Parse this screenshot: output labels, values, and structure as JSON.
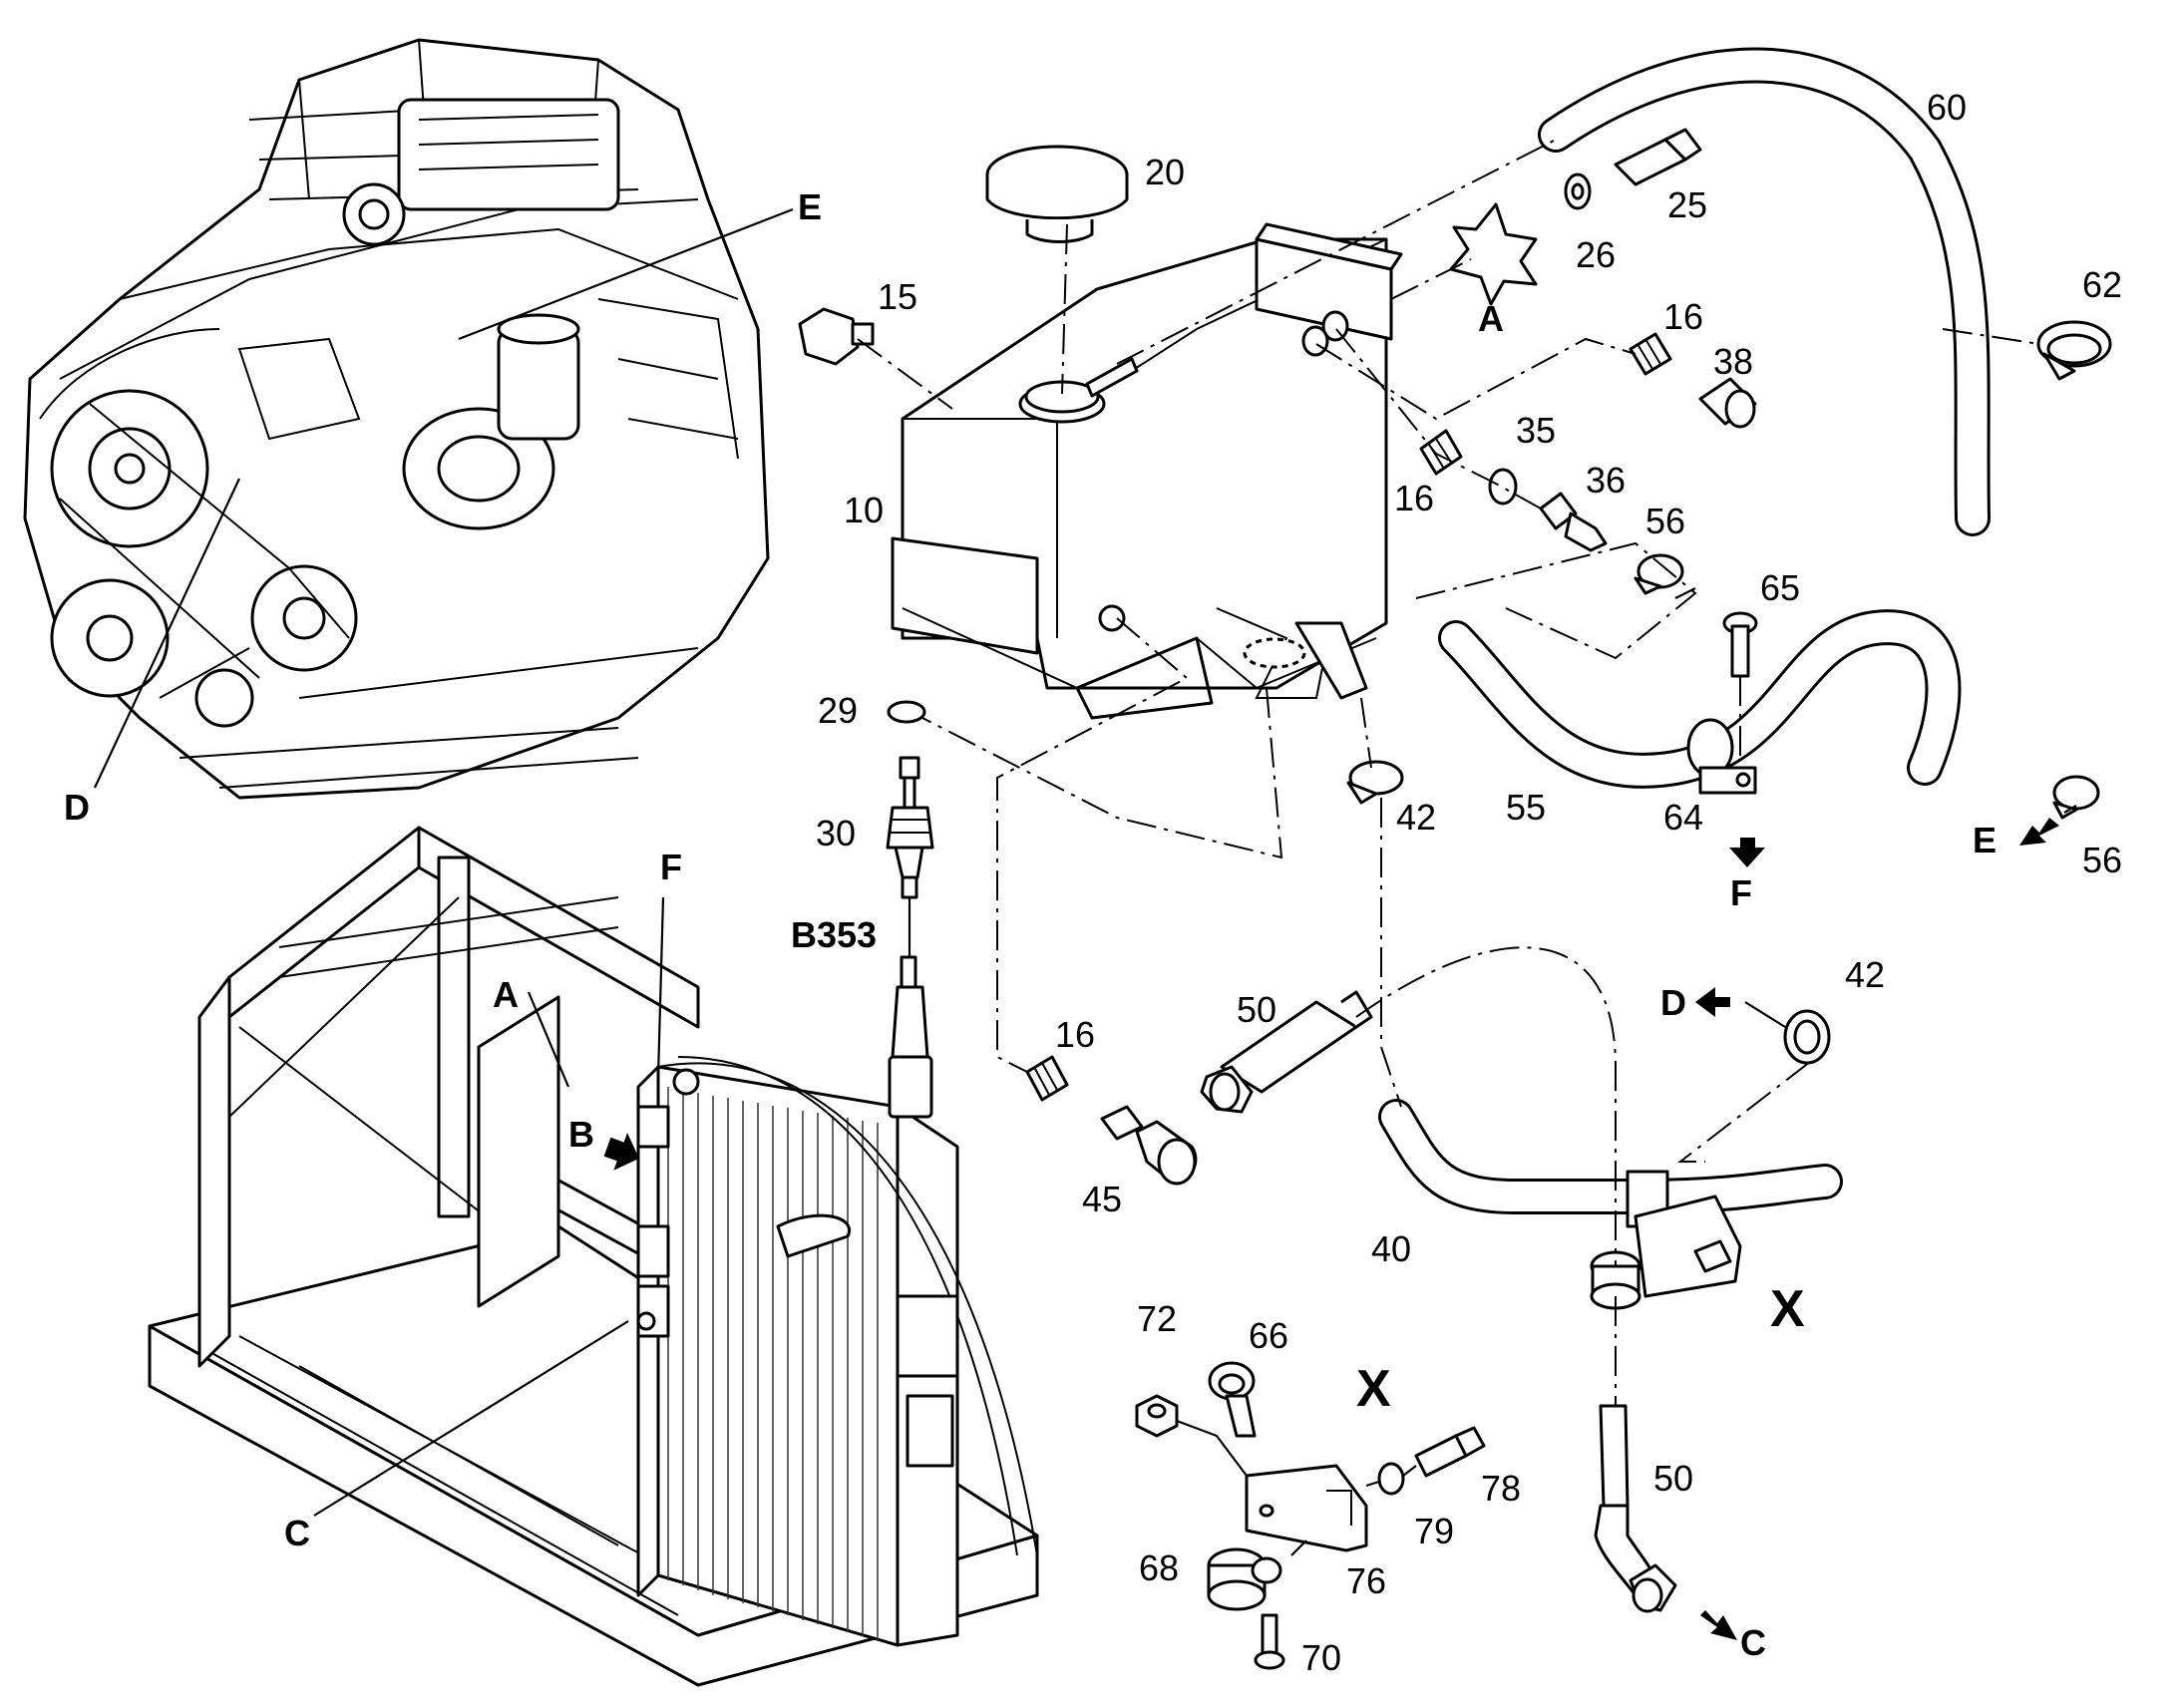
{
  "callouts": [
    {
      "id": "c10",
      "text": "10"
    },
    {
      "id": "c15",
      "text": "15"
    },
    {
      "id": "c16a",
      "text": "16"
    },
    {
      "id": "c16b",
      "text": "16"
    },
    {
      "id": "c16c",
      "text": "16"
    },
    {
      "id": "c20",
      "text": "20"
    },
    {
      "id": "c25",
      "text": "25"
    },
    {
      "id": "c26",
      "text": "26"
    },
    {
      "id": "c29",
      "text": "29"
    },
    {
      "id": "c30",
      "text": "30"
    },
    {
      "id": "c35",
      "text": "35"
    },
    {
      "id": "c36",
      "text": "36"
    },
    {
      "id": "c38",
      "text": "38"
    },
    {
      "id": "c40",
      "text": "40"
    },
    {
      "id": "c42a",
      "text": "42"
    },
    {
      "id": "c42b",
      "text": "42"
    },
    {
      "id": "c45",
      "text": "45"
    },
    {
      "id": "c50a",
      "text": "50"
    },
    {
      "id": "c50b",
      "text": "50"
    },
    {
      "id": "c55",
      "text": "55"
    },
    {
      "id": "c56a",
      "text": "56"
    },
    {
      "id": "c56b",
      "text": "56"
    },
    {
      "id": "c60",
      "text": "60"
    },
    {
      "id": "c62",
      "text": "62"
    },
    {
      "id": "c64",
      "text": "64"
    },
    {
      "id": "c65",
      "text": "65"
    },
    {
      "id": "c66",
      "text": "66"
    },
    {
      "id": "c68",
      "text": "68"
    },
    {
      "id": "c70",
      "text": "70"
    },
    {
      "id": "c72",
      "text": "72"
    },
    {
      "id": "c76",
      "text": "76"
    },
    {
      "id": "c78",
      "text": "78"
    },
    {
      "id": "c79",
      "text": "79"
    },
    {
      "id": "cB353",
      "text": "B353"
    }
  ],
  "letters": [
    {
      "id": "lA_tank",
      "text": "A"
    },
    {
      "id": "lA_frame",
      "text": "A"
    },
    {
      "id": "lB",
      "text": "B"
    },
    {
      "id": "lC_frame",
      "text": "C"
    },
    {
      "id": "lC_hose",
      "text": "C"
    },
    {
      "id": "lD_engine",
      "text": "D"
    },
    {
      "id": "lD_hose",
      "text": "D"
    },
    {
      "id": "lE_engine",
      "text": "E"
    },
    {
      "id": "lE_hose",
      "text": "E"
    },
    {
      "id": "lF_frame",
      "text": "F"
    },
    {
      "id": "lF_clamp",
      "text": "F"
    },
    {
      "id": "lX_main",
      "text": "X"
    },
    {
      "id": "lX_detail",
      "text": "X"
    }
  ]
}
